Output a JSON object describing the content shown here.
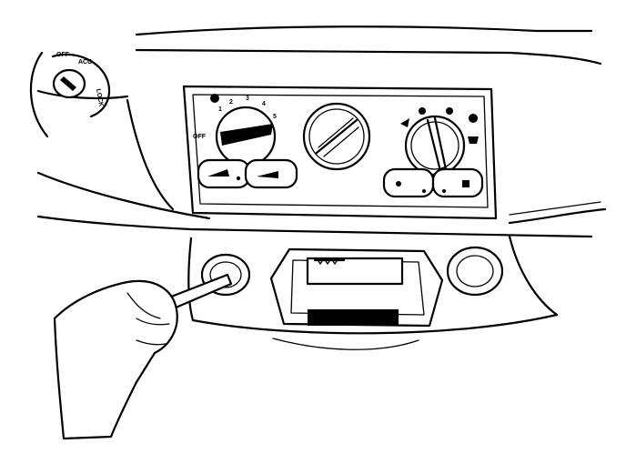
{
  "illustration": {
    "ignition_labels": {
      "off": "OFF",
      "acc": "ACC",
      "lock": "LOCK"
    },
    "fan_knob": {
      "off": "OFF",
      "speeds": [
        "1",
        "2",
        "3",
        "4",
        "5"
      ]
    }
  }
}
